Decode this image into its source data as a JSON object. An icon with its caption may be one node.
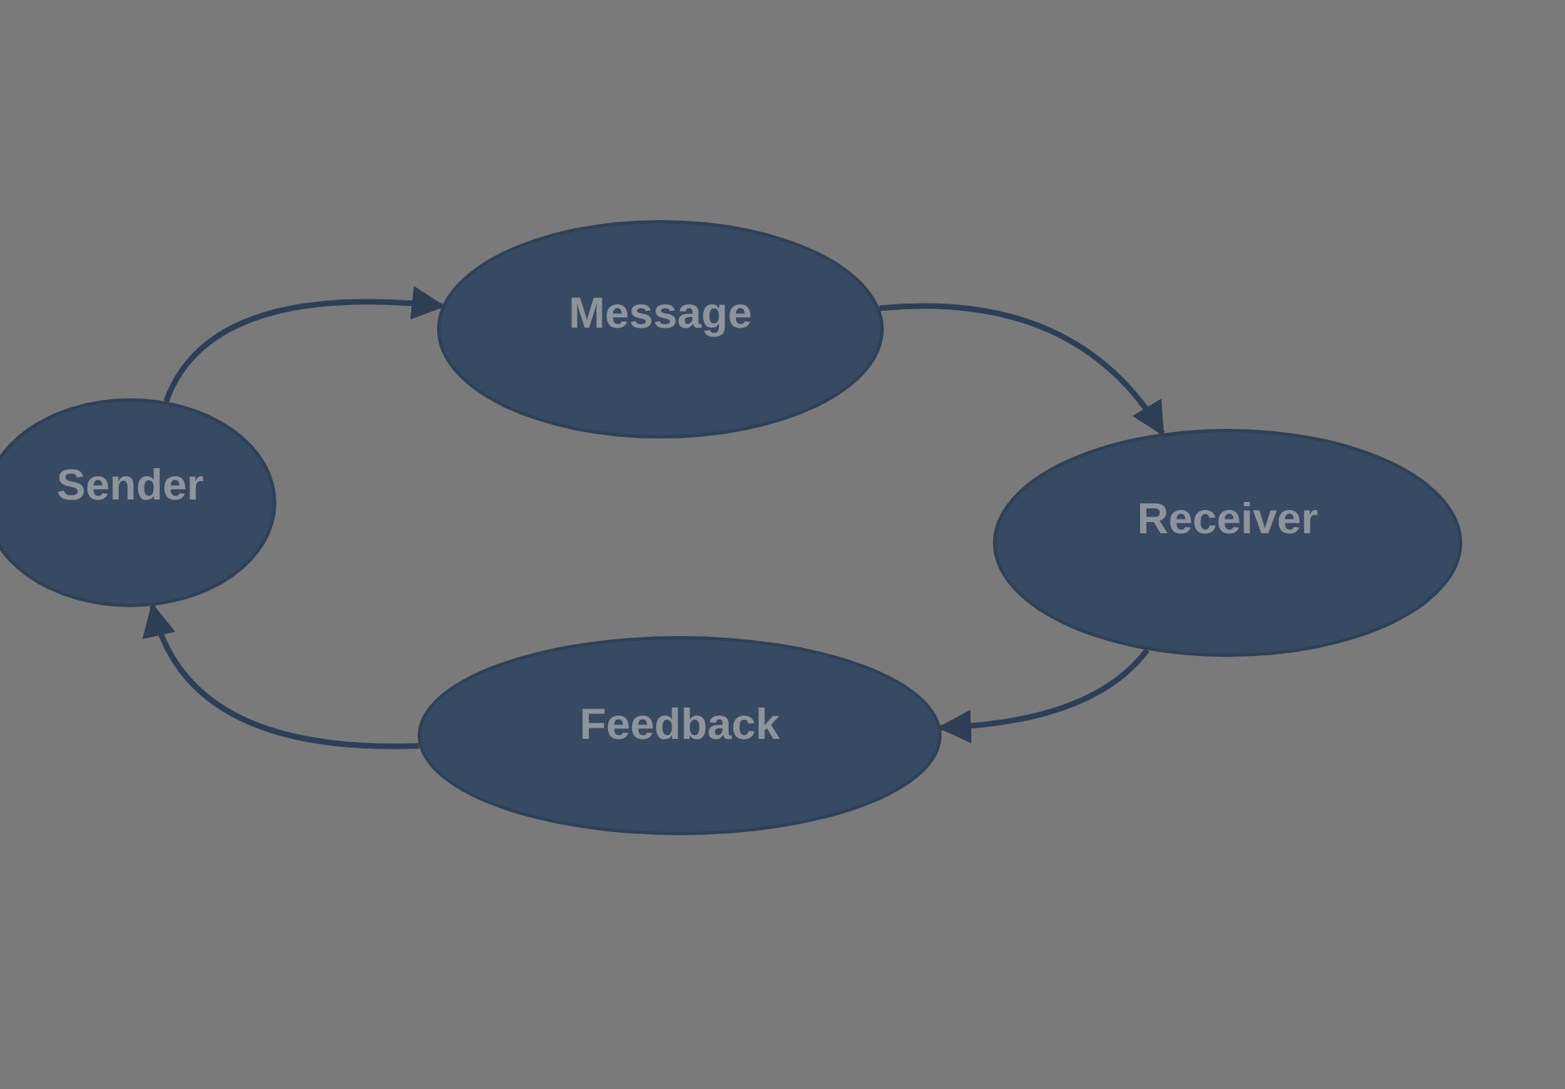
{
  "diagram": {
    "nodes": [
      {
        "text": [
          "Sender"
        ]
      },
      {
        "text": [
          "Message"
        ]
      },
      {
        "text": [
          "Receiver"
        ]
      },
      {
        "text": [
          "Feedback"
        ]
      }
    ],
    "edges": [
      {
        "from": 0,
        "to": 1,
        "arrow": "to"
      },
      {
        "from": 1,
        "to": 2,
        "arrow": "to"
      },
      {
        "from": 2,
        "to": 3,
        "arrow": "to"
      },
      {
        "from": 3,
        "to": 0,
        "arrow": "to"
      }
    ]
  }
}
